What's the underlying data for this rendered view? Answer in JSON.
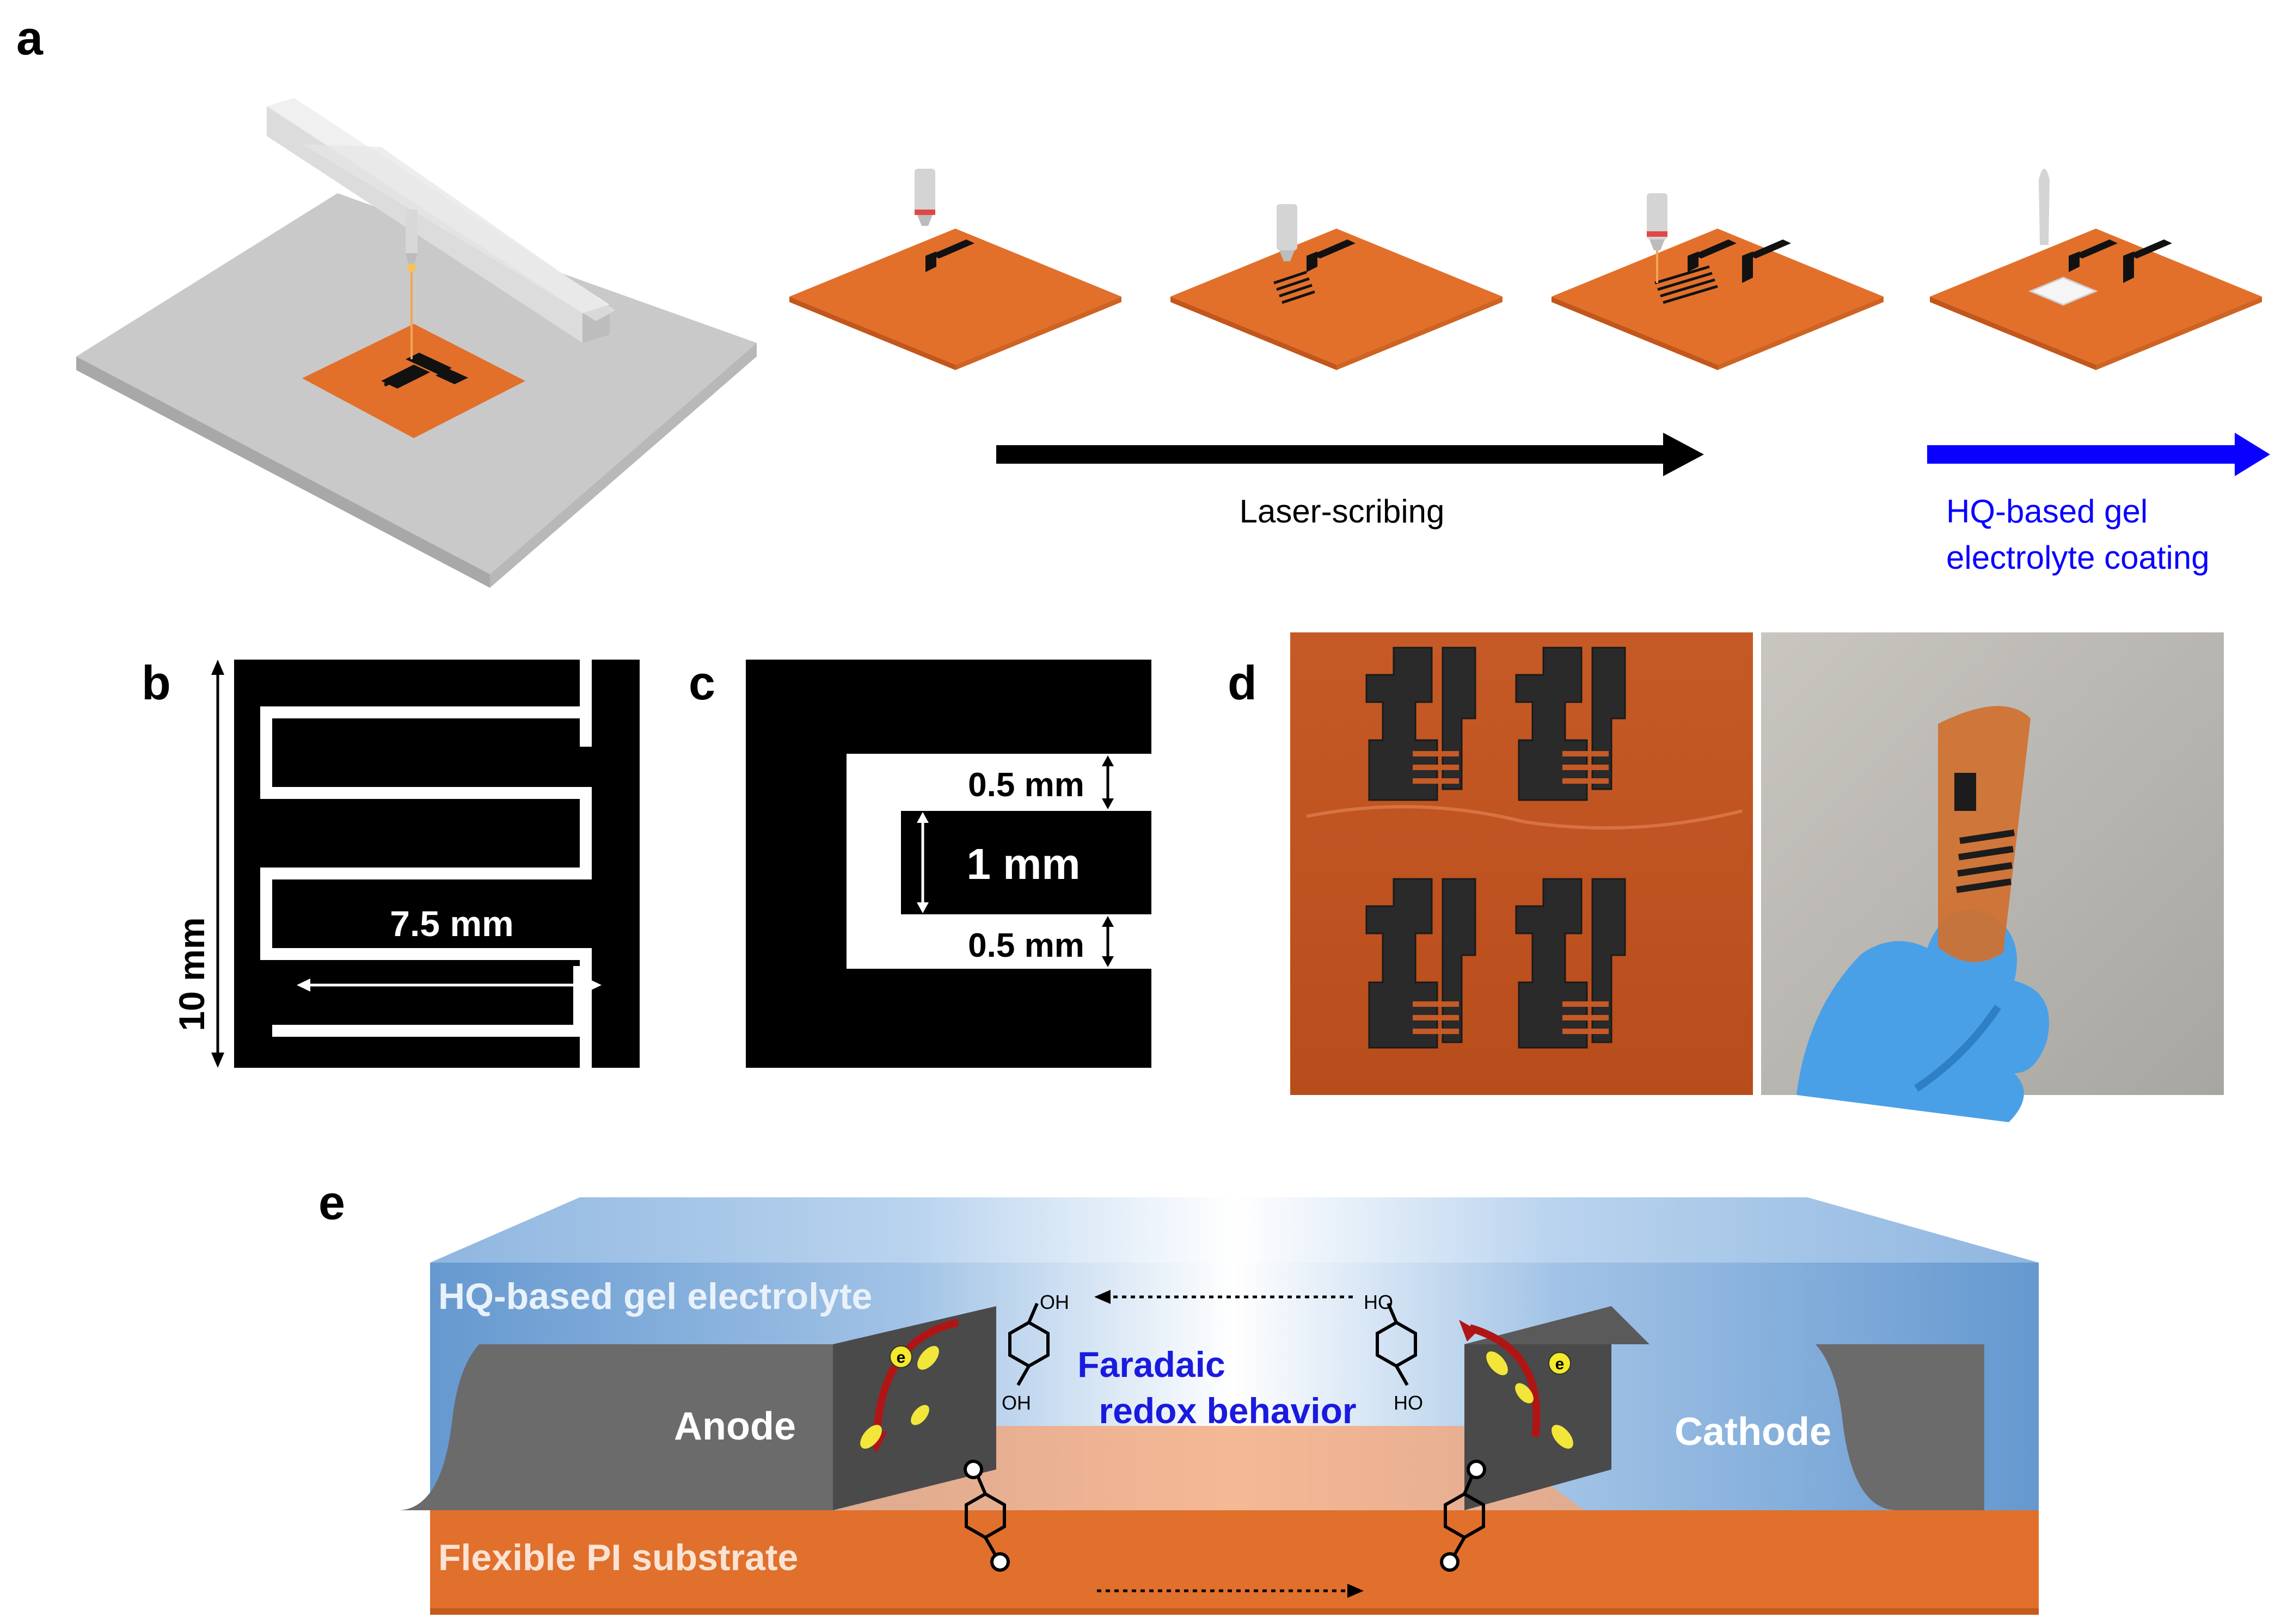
{
  "panels": {
    "a": {
      "letter": "a",
      "laser_label": "Laser-scribing",
      "gel_label_line1": "HQ-based gel",
      "gel_label_line2": "electrolyte  coating"
    },
    "b": {
      "letter": "b",
      "width_label": "7.5 mm",
      "height_label": "10 mm"
    },
    "c": {
      "letter": "c",
      "gap_top_label": "0.5 mm",
      "finger_label": "1 mm",
      "gap_bottom_label": "0.5 mm"
    },
    "d": {
      "letter": "d"
    },
    "e": {
      "letter": "e",
      "gel_label": "HQ-based gel electrolyte",
      "substrate_label": "Flexible PI substrate",
      "anode_label": "Anode",
      "cathode_label": "Cathode",
      "faradaic_line1": "Faradaic",
      "faradaic_line2": "redox behavior",
      "oh": "OH",
      "ho": "HO",
      "electron": "e"
    }
  },
  "colors": {
    "polyimide": "#e2702b",
    "laser_blue": "#0a00ff",
    "gel_blue": "#5b95cf",
    "electrode_gray": "#6b6b6b",
    "redox_text": "#1a1adf"
  }
}
